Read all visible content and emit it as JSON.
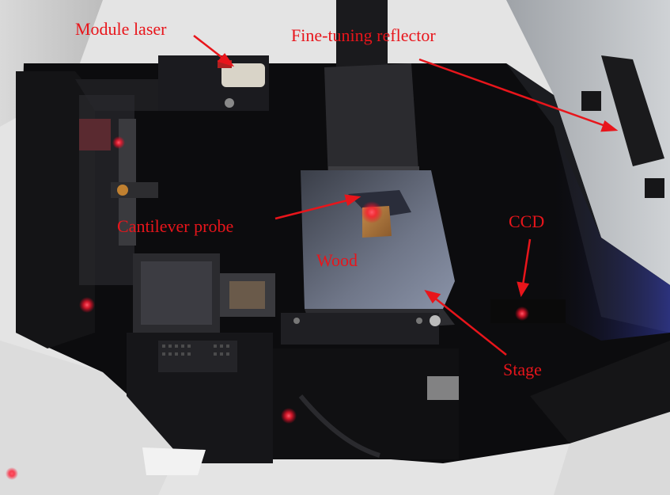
{
  "labels": {
    "module_laser": "Module laser",
    "fine_tuning_reflector": "Fine-tuning reflector",
    "cantilever_probe": "Cantilever probe",
    "wood": "Wood",
    "ccd": "CCD",
    "stage": "Stage"
  },
  "colors": {
    "annotation": "#e8151b",
    "laser_glow": "#ff2a3c",
    "enclosure_wall": "#e9e9e9",
    "interior": "#0c0c0e"
  }
}
